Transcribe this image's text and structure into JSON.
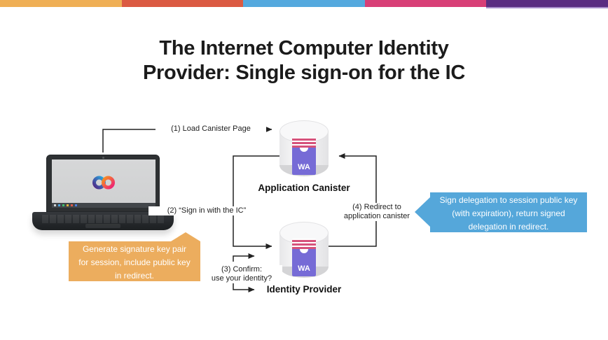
{
  "top_bar": {
    "colors": [
      "#EFAF55",
      "#DB5A42",
      "#54A9DE",
      "#D83F77",
      "#5B2D81"
    ],
    "underline_color": "#A98FCB"
  },
  "title": {
    "line1": "The Internet Computer Identity",
    "line2": "Provider: Single sign-on for the IC"
  },
  "laptop": {
    "logo_colors": [
      "#29ABE2",
      "#522785",
      "#F15A24",
      "#ED1E79"
    ]
  },
  "canister_icon": {
    "label": "WA",
    "purple": "#766BD6",
    "stripe_pink": "#D6527B"
  },
  "nodes": {
    "application": {
      "label": "Application Canister"
    },
    "identity": {
      "label": "Identity Provider"
    }
  },
  "arrows": {
    "a1": {
      "label": "(1) Load Canister Page"
    },
    "a2": {
      "label": "(2) “Sign in with the IC”"
    },
    "a3": {
      "line1": "(3) Confirm:",
      "line2": "use your identity?"
    },
    "a4": {
      "line1": "(4) Redirect to",
      "line2": "application canister"
    }
  },
  "callouts": {
    "session_key": {
      "color": "#ECAD5E",
      "lines": [
        "Generate signature key pair",
        "for session, include public key",
        "in redirect."
      ]
    },
    "delegation": {
      "color": "#55A7DA",
      "lines": [
        "Sign delegation to session public key",
        "(with expiration), return signed",
        "delegation in redirect."
      ]
    }
  }
}
